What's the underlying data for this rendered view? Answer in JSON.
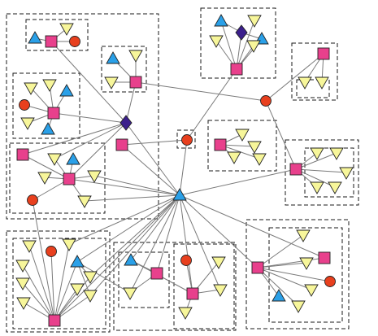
{
  "legend_colors": {
    "square": "#e8408c",
    "circle": "#e8401e",
    "triangle": "#2aa0e8",
    "inverted-triangle": "#f7f69a",
    "diamond": "#3b1f8c"
  },
  "node_kinds": {
    "hub-triangle": "triangle",
    "left-diamond": "diamond",
    "top-diamond": "diamond",
    "sq-a": "square",
    "sq-b": "square",
    "sq-c": "square",
    "sq-d": "square",
    "sq-e": "square",
    "sq-f": "square",
    "sq-g": "square",
    "sq-h": "square",
    "sq-i": "square",
    "sq-j": "square",
    "sq-k": "square",
    "sq-l": "square",
    "sq-m": "square",
    "sq-n": "square",
    "sq-o": "square",
    "sq-p": "square",
    "ci-a": "circle",
    "ci-b": "circle",
    "ci-c": "circle",
    "ci-d": "circle",
    "ci-e": "circle",
    "ci-f": "circle",
    "ci-g": "circle",
    "ci-h": "circle"
  }
}
